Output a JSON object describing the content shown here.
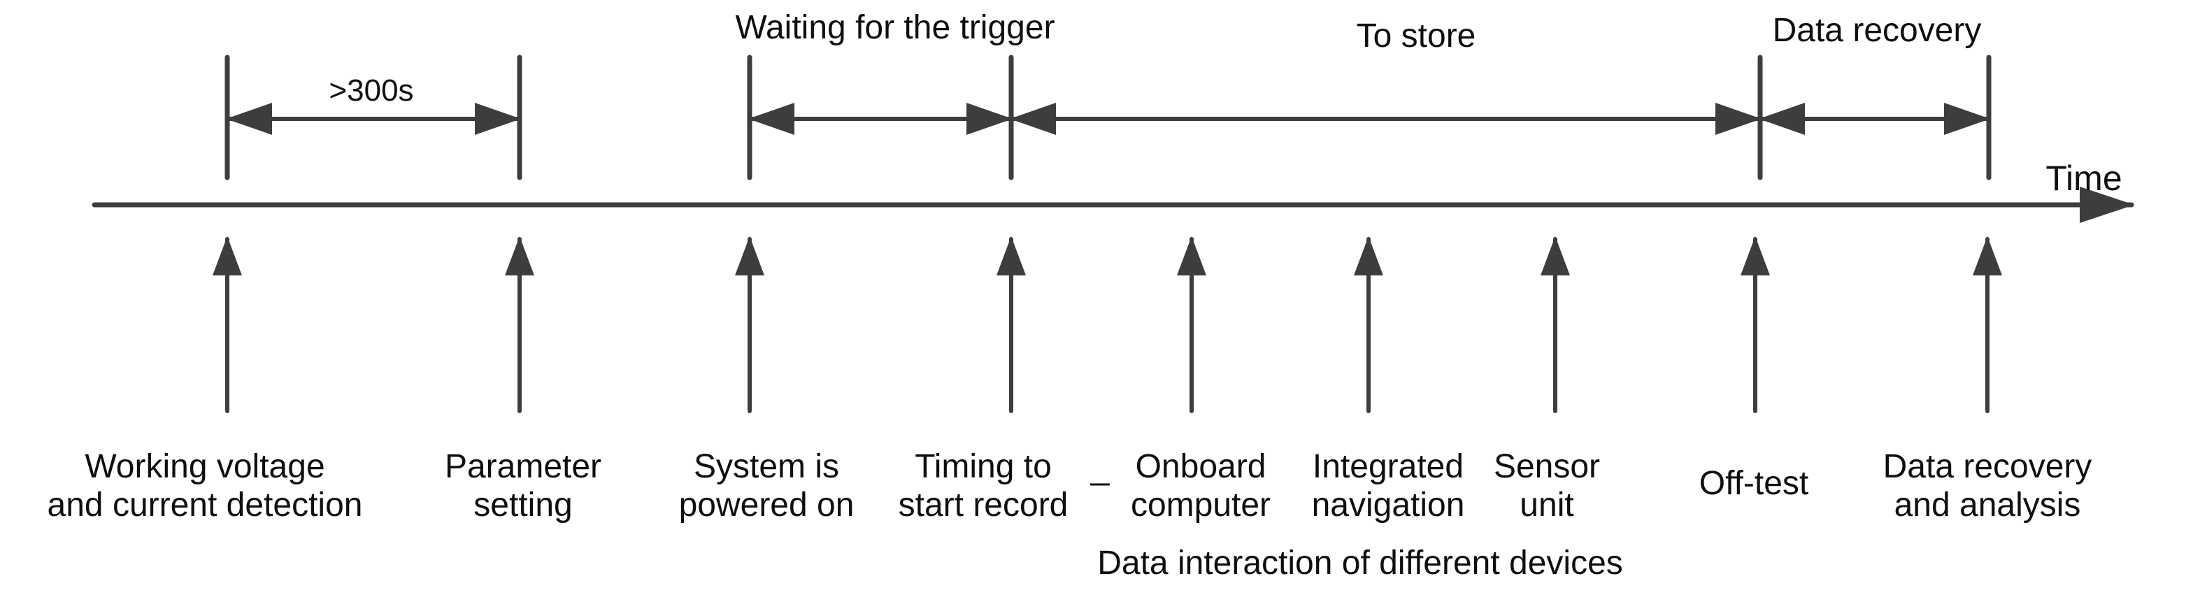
{
  "colors": {
    "line": "#3d3d3d",
    "text": "#0f0f0f",
    "background": "#ffffff"
  },
  "timeline": {
    "axis_label": "Time",
    "intervals": [
      {
        "label": ">300s"
      },
      {
        "label": "Waiting for the trigger"
      },
      {
        "label": "To store"
      },
      {
        "label": "Data recovery"
      }
    ],
    "events": [
      {
        "lines": [
          "Working voltage",
          "and current detection"
        ]
      },
      {
        "lines": [
          "Parameter",
          "setting"
        ]
      },
      {
        "lines": [
          "System is",
          "powered on"
        ]
      },
      {
        "lines": [
          "Timing to",
          "start record"
        ]
      },
      {
        "lines": [
          "Onboard",
          "computer"
        ]
      },
      {
        "lines": [
          "Integrated",
          "navigation"
        ]
      },
      {
        "lines": [
          "Sensor",
          "unit"
        ]
      },
      {
        "lines": [
          "Off-test"
        ]
      },
      {
        "lines": [
          "Data recovery",
          "and analysis"
        ]
      }
    ],
    "separator_glyph": "_",
    "caption": "Data interaction of different devices"
  }
}
